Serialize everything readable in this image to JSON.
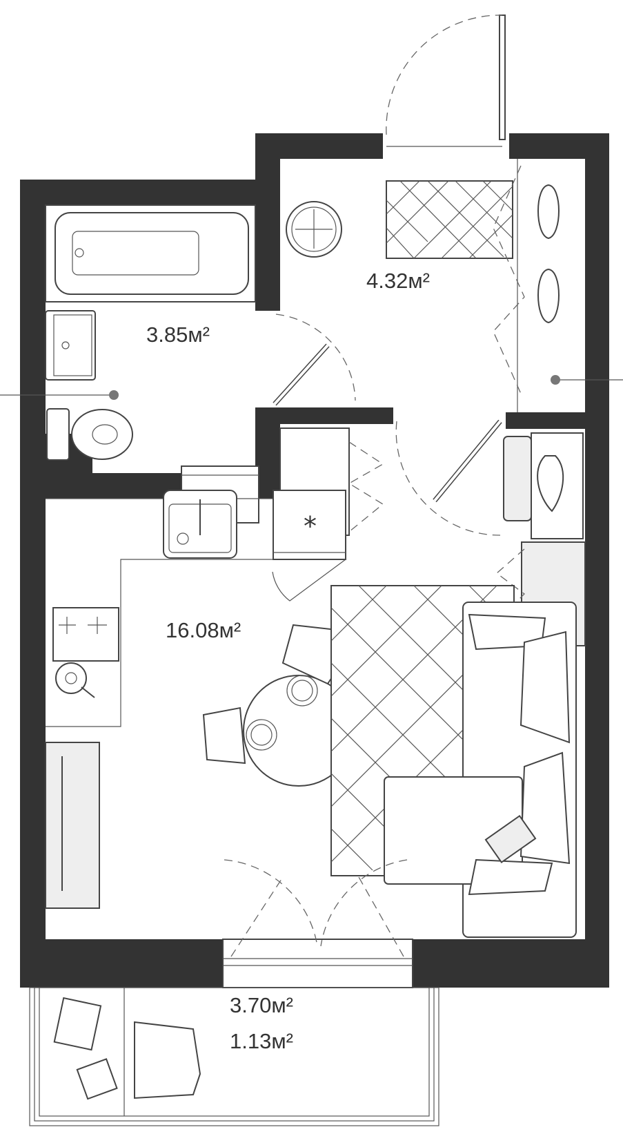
{
  "plan": {
    "rooms": [
      {
        "id": "bathroom",
        "area": "3.85м²"
      },
      {
        "id": "hallway",
        "area": "4.32м²"
      },
      {
        "id": "living-kitchen",
        "area": "16.08м²"
      },
      {
        "id": "balcony",
        "area": "3.70м²"
      },
      {
        "id": "balcony-reduced",
        "area": "1.13м²"
      }
    ],
    "colors": {
      "wall": "#333333",
      "line": "#444444",
      "background": "#ffffff"
    }
  }
}
